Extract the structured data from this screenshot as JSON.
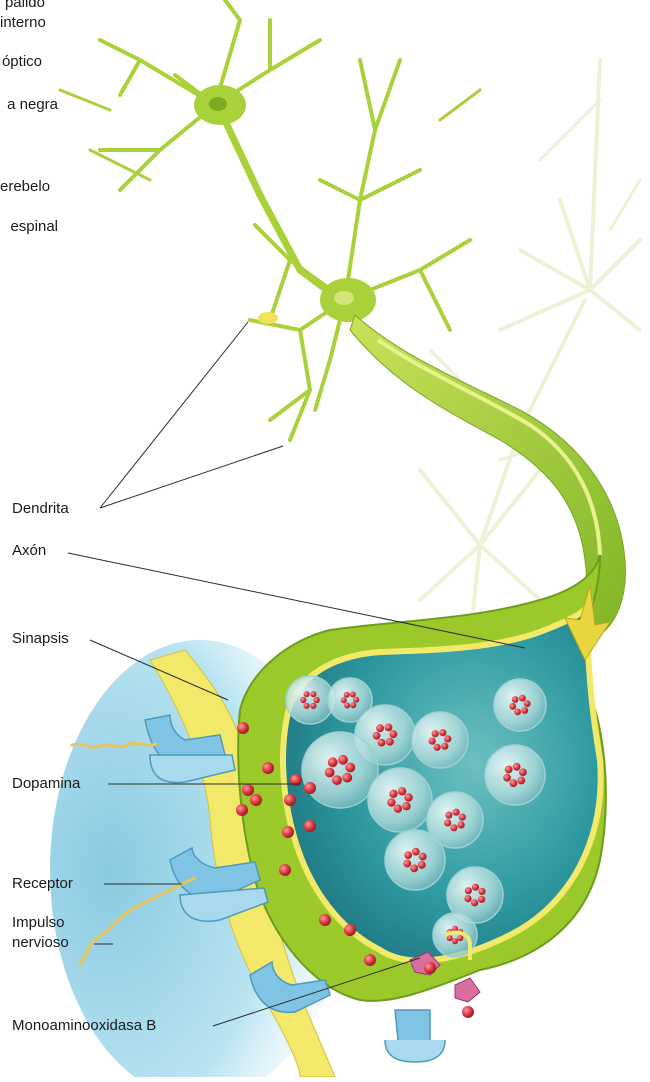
{
  "labels": {
    "palido": "pálido",
    "interno": "interno",
    "optico": "óptico",
    "negra": "a negra",
    "cerebelo": "erebelo",
    "espinal": "espinal",
    "dendrita": "Dendrita",
    "axon": "Axón",
    "sinapsis": "Sinapsis",
    "dopamina": "Dopamina",
    "receptor": "Receptor",
    "impulso_line1": "Impulso",
    "impulso_line2": "nervioso",
    "mao_b": "Monoaminooxidasa B"
  },
  "colors": {
    "neuron_green": "#9bc92a",
    "neuron_light": "#d7ec7a",
    "terminal_teal": "#2d8f9a",
    "membrane_yellow": "#f2e96a",
    "receptor_blue": "#7fc4e4",
    "dopamine_red": "#d6333d",
    "faded_neuron": "#e3eec0"
  },
  "icons": {
    "neuron": "neuron-icon",
    "vesicle": "vesicle-icon",
    "receptor": "receptor-icon",
    "enzyme": "enzyme-icon"
  }
}
